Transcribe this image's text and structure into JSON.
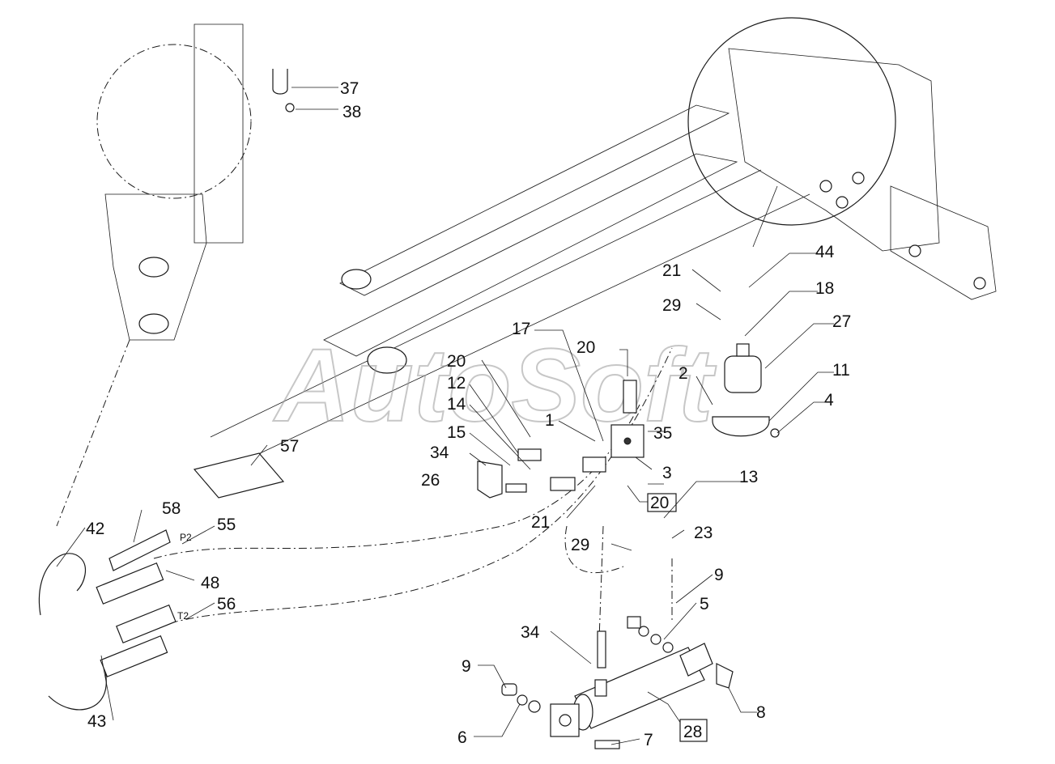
{
  "watermark": "AutoSoft",
  "labels": {
    "l1": "1",
    "l2": "2",
    "l3": "3",
    "l4": "4",
    "l5": "5",
    "l6": "6",
    "l7": "7",
    "l8": "8",
    "l9a": "9",
    "l9b": "9",
    "l11": "11",
    "l12": "12",
    "l13": "13",
    "l14": "14",
    "l15": "15",
    "l17": "17",
    "l18": "18",
    "l20a": "20",
    "l20b": "20",
    "l20c": "20",
    "l21a": "21",
    "l21b": "21",
    "l23": "23",
    "l26": "26",
    "l27": "27",
    "l28": "28",
    "l29a": "29",
    "l29b": "29",
    "l34a": "34",
    "l34b": "34",
    "l35": "35",
    "l37": "37",
    "l38": "38",
    "l42": "42",
    "l43": "43",
    "l44": "44",
    "l48": "48",
    "l55": "55",
    "l56": "56",
    "l57": "57",
    "l58": "58"
  },
  "hose_tags": {
    "p2": "P2",
    "t2": "T2"
  }
}
